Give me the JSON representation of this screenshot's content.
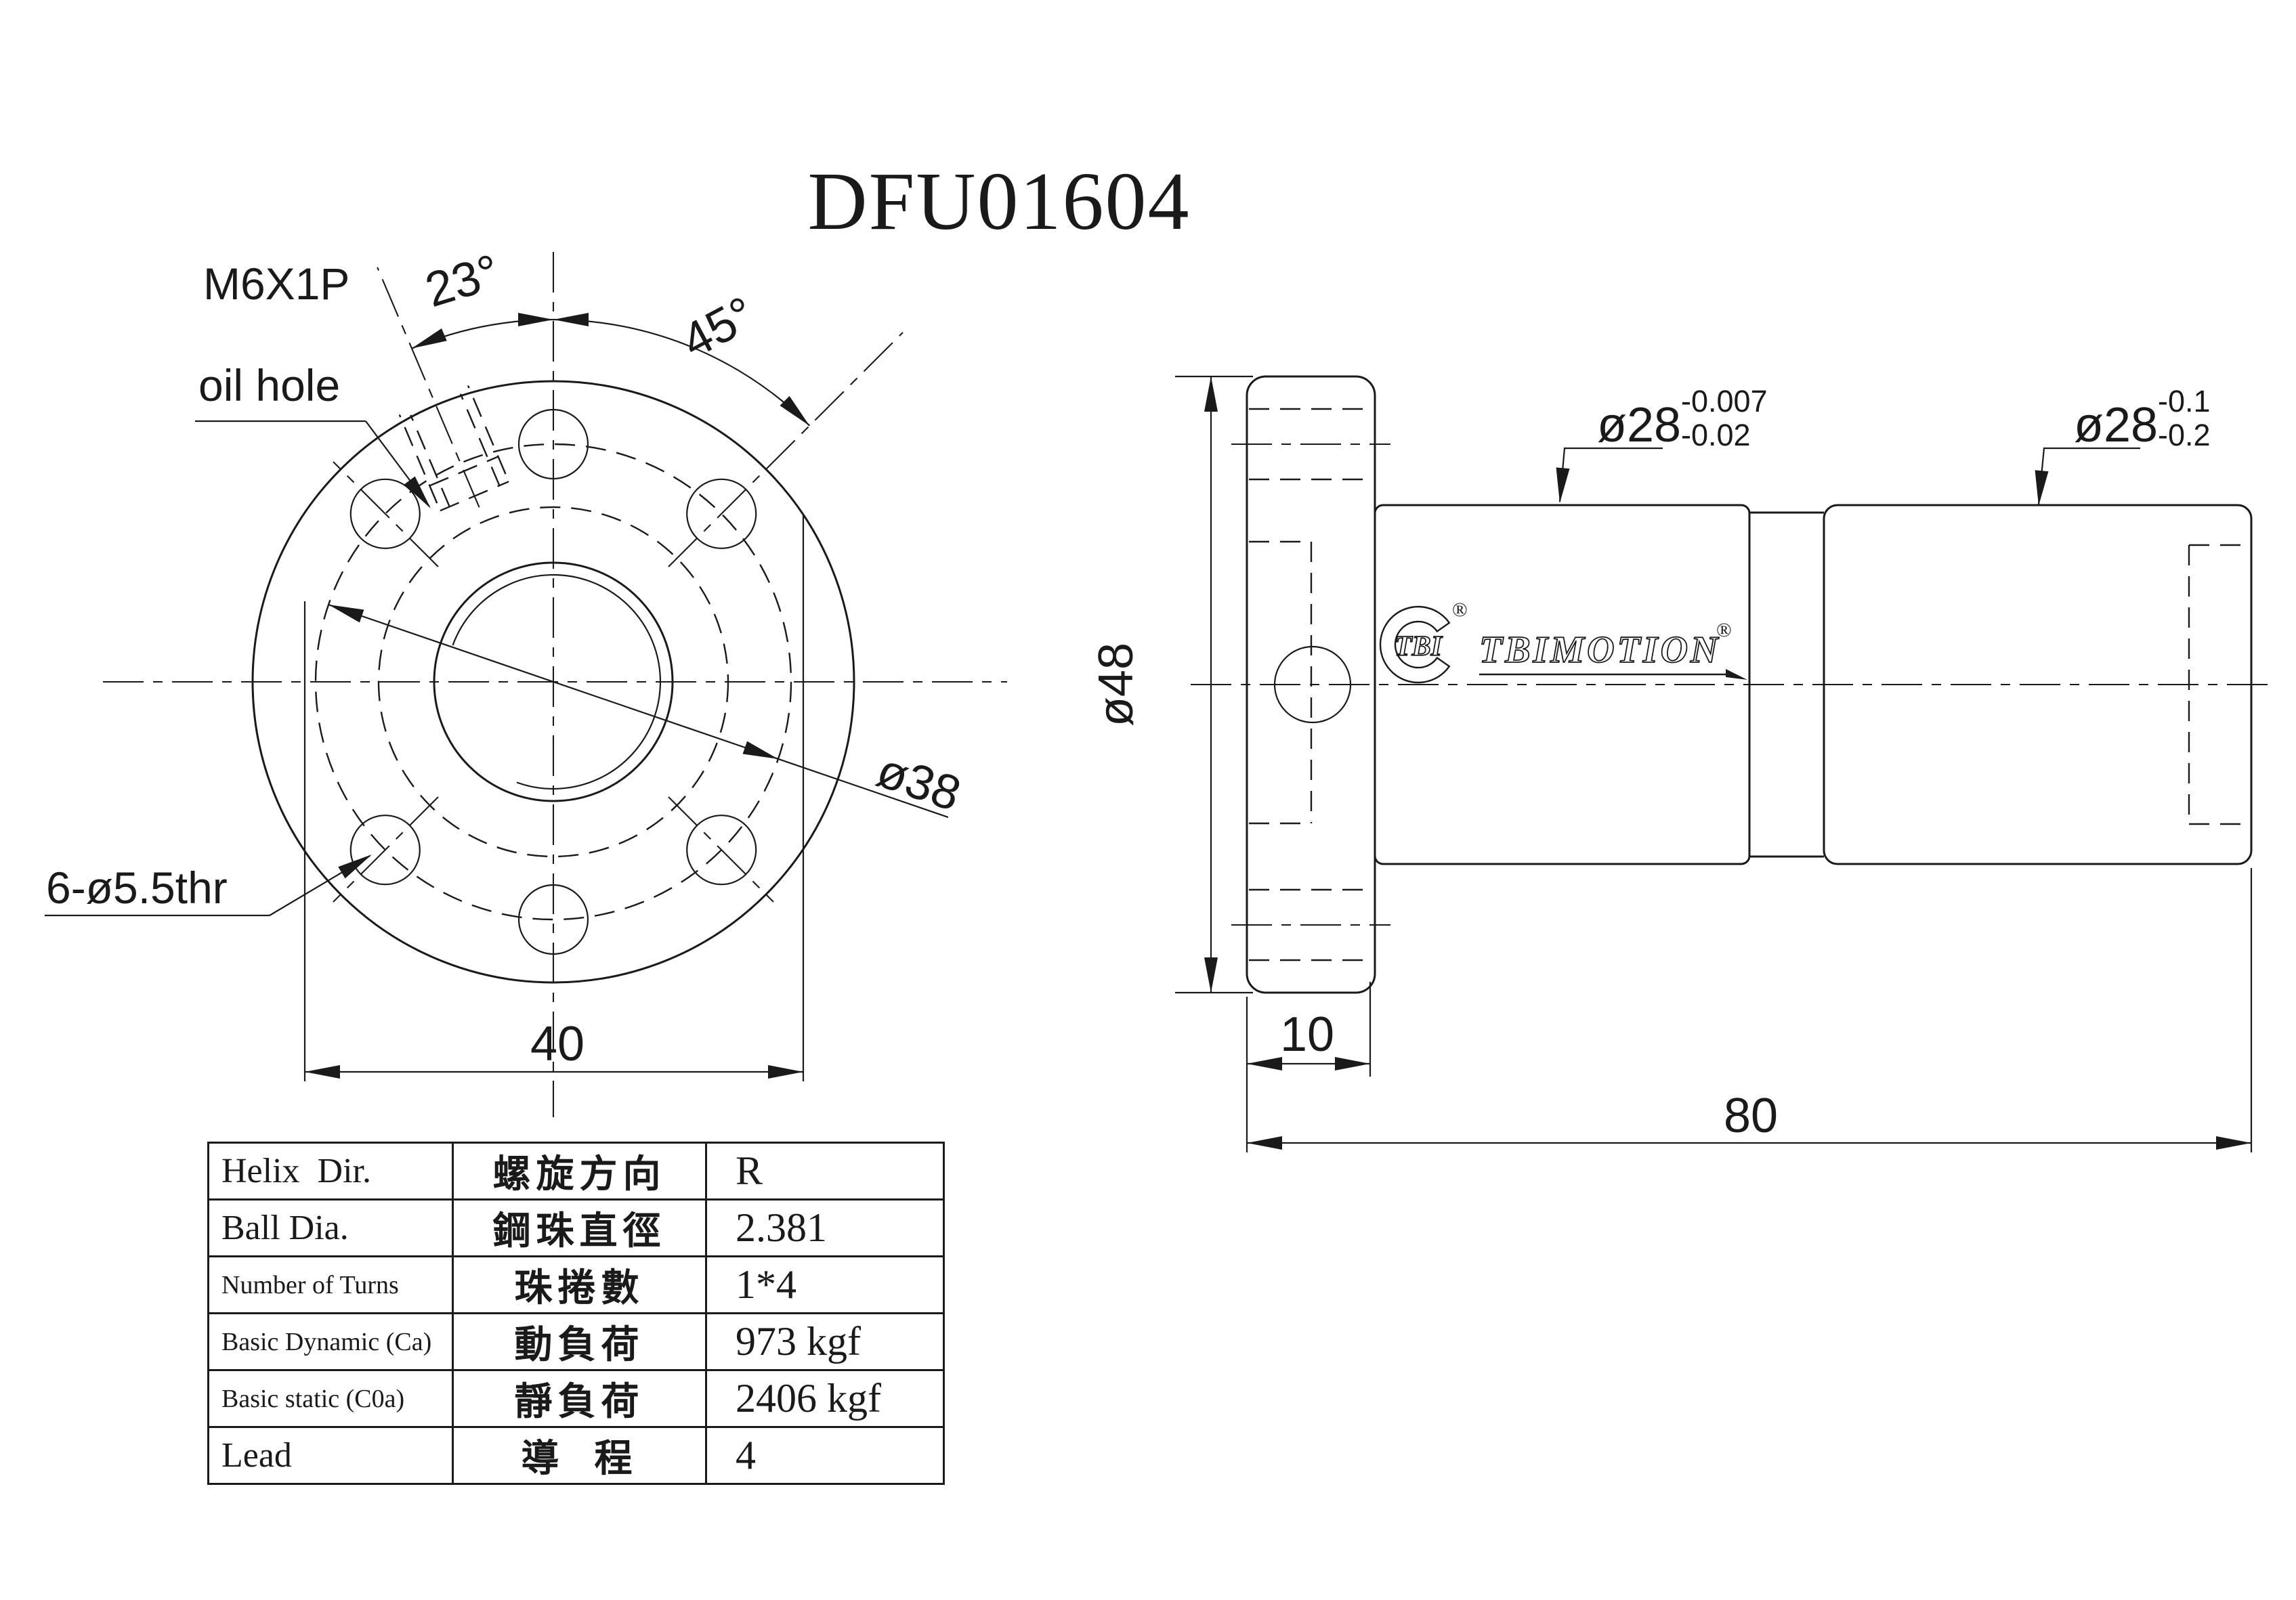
{
  "title": "DFU01604",
  "front_view": {
    "oil_hole_label_line1": "M6X1P",
    "oil_hole_label_line2": "oil hole",
    "angle_oil_hole": "23°",
    "angle_bolt_pattern": "45°",
    "bolt_circle_dia": "ø38",
    "bolt_holes_note": "6-ø5.5thr",
    "flange_width": "40"
  },
  "side_view": {
    "flange_dia": "ø48",
    "body_dia": "ø28",
    "body_dia_tol_upper": "-0.007",
    "body_dia_tol_lower": "-0.02",
    "end_dia": "ø28",
    "end_dia_tol_upper": "-0.1",
    "end_dia_tol_lower": "-0.2",
    "flange_thickness": "10",
    "total_length": "80",
    "logo": {
      "mark": "TBI",
      "brand": "TBIMOTION",
      "registered": "®"
    }
  },
  "spec_table": {
    "rows": [
      {
        "en": "Helix  Dir.",
        "zh": "螺旋方向",
        "value": "R"
      },
      {
        "en": "Ball Dia.",
        "zh": "鋼珠直徑",
        "value": "2.381"
      },
      {
        "en": "Number of Turns",
        "zh": "珠捲數",
        "value": "1*4"
      },
      {
        "en": "Basic Dynamic (Ca)",
        "zh": "動負荷",
        "value": "973 kgf"
      },
      {
        "en": "Basic static (C0a)",
        "zh": "靜負荷",
        "value": "2406 kgf"
      },
      {
        "en": "Lead",
        "zh": "導  程",
        "value": "4"
      }
    ]
  }
}
